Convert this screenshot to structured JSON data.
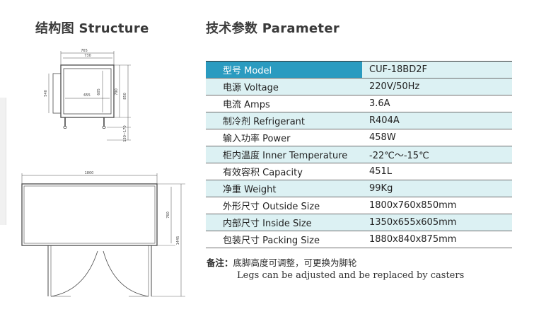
{
  "structure_title": "结构图 Structure",
  "parameter_title": "技术参数 Parameter",
  "drawing": {
    "top_view_width_outer": "765",
    "top_view_width_inner": "730",
    "top_view_inner_width": "655",
    "top_view_inner_height": "605",
    "top_view_outer_height": "790",
    "top_view_total_height": "850",
    "top_view_left_dim": "540",
    "top_view_leg_dim": "130~170",
    "front_view_width": "1800",
    "front_view_depth": "760",
    "front_view_total": "1445"
  },
  "parameters": [
    {
      "label": "型号 Model",
      "value": "CUF-18BD2F"
    },
    {
      "label": "电源 Voltage",
      "value": "220V/50Hz"
    },
    {
      "label": "电流 Amps",
      "value": "3.6A"
    },
    {
      "label": "制冷剂 Refrigerant",
      "value": "R404A"
    },
    {
      "label": "输入功率 Power",
      "value": "458W"
    },
    {
      "label": "柜内温度 Inner Temperature",
      "value": "-22℃～-15℃"
    },
    {
      "label": "有效容积 Capacity",
      "value": "451L"
    },
    {
      "label": "净重 Weight",
      "value": "99Kg"
    },
    {
      "label": "外形尺寸 Outside Size",
      "value": "1800x760x850mm"
    },
    {
      "label": "内部尺寸 Inside Size",
      "value": "1350x655x605mm"
    },
    {
      "label": "包装尺寸 Packing Size",
      "value": "1880x840x875mm"
    }
  ],
  "note": {
    "label": "备注",
    "colon": "：",
    "text_cn": "底脚高度可调整，可更换为脚轮",
    "text_en": "Legs can be adjusted and be replaced by casters"
  }
}
